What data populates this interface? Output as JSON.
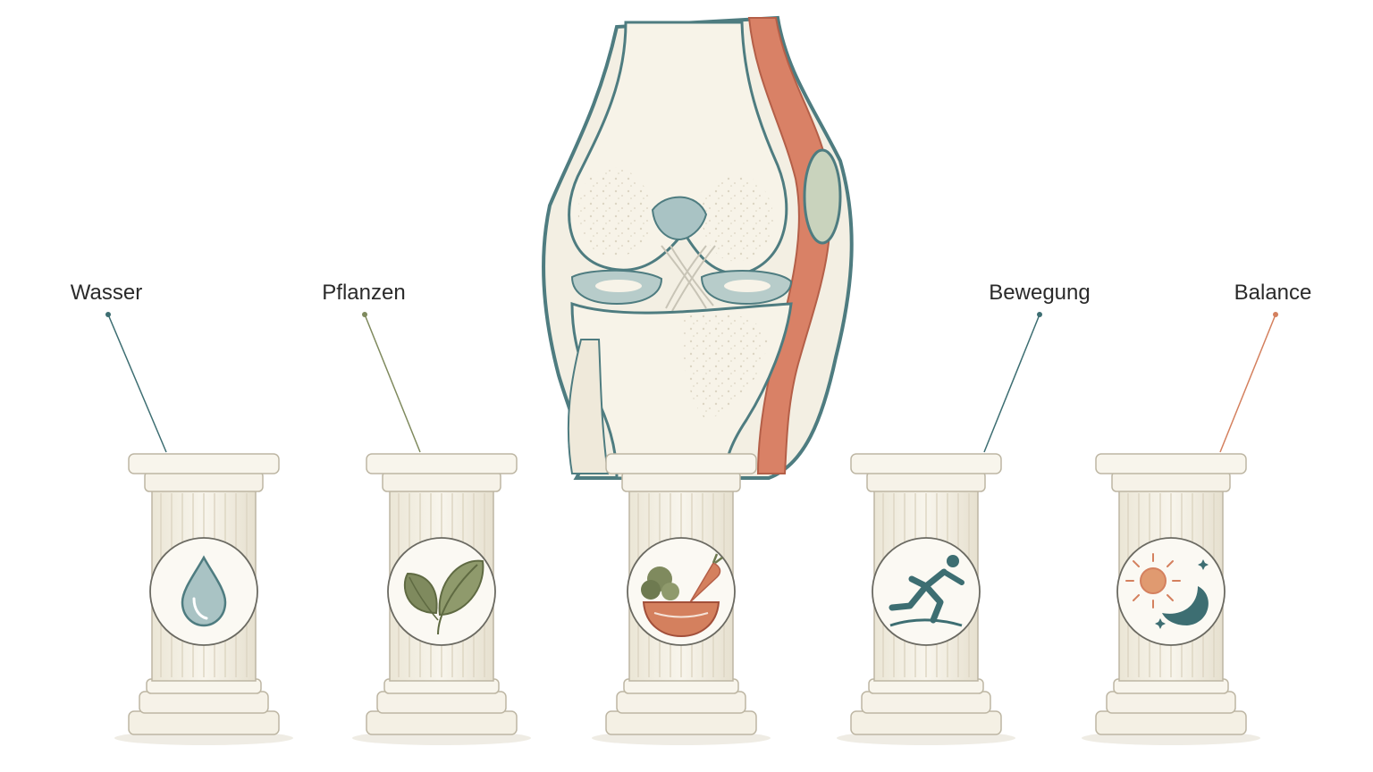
{
  "labels": {
    "water": "Wasser",
    "plants": "Pflanzen",
    "movement": "Bewegung",
    "balance": "Balance"
  },
  "icons": {
    "water": "water-drop-icon",
    "plants": "leaf-icon",
    "nutrition": "vegetable-bowl-icon",
    "movement": "runner-icon",
    "balance": "sun-moon-icon"
  },
  "colors": {
    "teal": "#3d6e72",
    "olive": "#7f8a5e",
    "terracotta": "#d4805e",
    "cream": "#f5f1e6",
    "muscle": "#d98166",
    "cartilage": "#a9c3c4"
  }
}
